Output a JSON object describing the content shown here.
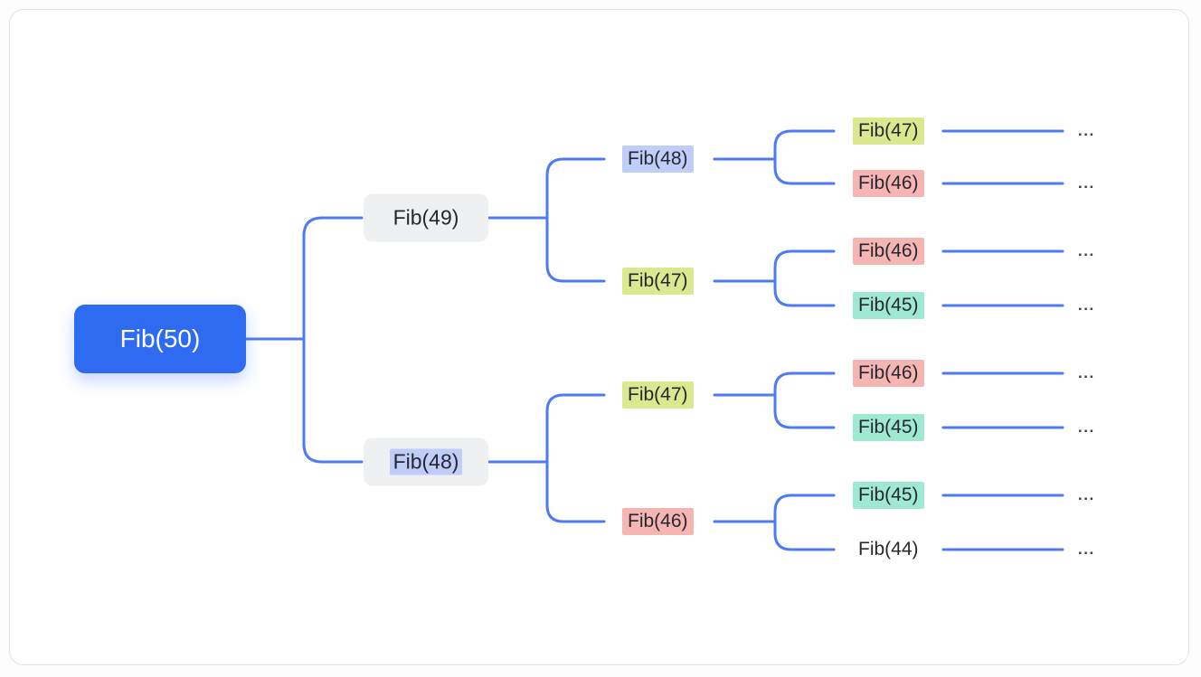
{
  "diagram_type": "fibonacci-recursion-tree",
  "colors": {
    "root_node_fill": "#2e6bf0",
    "root_node_text": "#ffffff",
    "connector_line": "#4d7bf3",
    "level2_box_fill": "#eef0f2",
    "node_text": "#25282e",
    "highlight_blue": "#bfcdf8",
    "highlight_green": "#dbe890",
    "highlight_pink": "#f5b5b3",
    "highlight_teal": "#9fe9d3",
    "card_background": "#ffffff",
    "card_border": "#e2e3e6"
  },
  "root": {
    "label": "Fib(50)"
  },
  "level2": [
    {
      "label": "Fib(49)",
      "highlight": "none"
    },
    {
      "label": "Fib(48)",
      "highlight": "blue"
    }
  ],
  "level3": [
    {
      "label": "Fib(48)",
      "highlight": "blue"
    },
    {
      "label": "Fib(47)",
      "highlight": "green"
    },
    {
      "label": "Fib(47)",
      "highlight": "green"
    },
    {
      "label": "Fib(46)",
      "highlight": "pink"
    }
  ],
  "level4": [
    {
      "label": "Fib(47)",
      "highlight": "green"
    },
    {
      "label": "Fib(46)",
      "highlight": "pink"
    },
    {
      "label": "Fib(46)",
      "highlight": "pink"
    },
    {
      "label": "Fib(45)",
      "highlight": "teal"
    },
    {
      "label": "Fib(46)",
      "highlight": "pink"
    },
    {
      "label": "Fib(45)",
      "highlight": "teal"
    },
    {
      "label": "Fib(45)",
      "highlight": "teal"
    },
    {
      "label": "Fib(44)",
      "highlight": "none"
    }
  ],
  "ellipsis_label": "..."
}
